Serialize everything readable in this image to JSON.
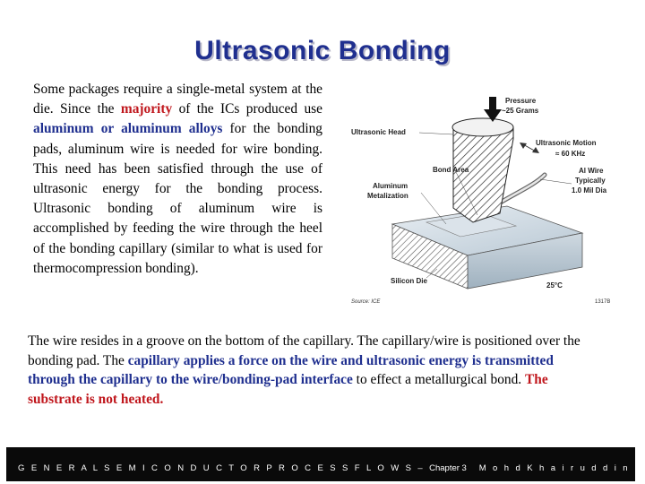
{
  "title": "Ultrasonic Bonding",
  "para1": {
    "t1": "Some packages require a single-metal system at the die. Since the ",
    "h1": "majority",
    "t2": " of the ICs produced use ",
    "h2": "aluminum or aluminum alloys",
    "t3": " for the bonding pads, aluminum wire is needed for wire bonding. This need has been satisfied through the use of ultrasonic energy for the bonding process. Ultrasonic bonding of aluminum wire is accomplished by feeding the wire through the heel of the bonding capillary (similar to what is used for thermocompression bonding)."
  },
  "para2": {
    "t1": "The wire resides in a groove on the bottom of the capillary. The capillary/wire is positioned over the bonding pad. The ",
    "h1": "capillary applies a force on the wire and ultrasonic energy is transmitted through the capillary to the wire/bonding-pad interface",
    "t2": " to effect a metallurgical bond. ",
    "h2": "The substrate is not heated."
  },
  "diagram": {
    "pressure_line1": "Pressure",
    "pressure_line2": "~25 Grams",
    "ultrasonic_head": "Ultrasonic Head",
    "motion_line1": "Ultrasonic Motion",
    "motion_line2": "≈ 60 KHz",
    "bond_area": "Bond Area",
    "al_wire_line1": "Al Wire",
    "al_wire_line2": "Typically",
    "al_wire_line3": "1.0 Mil Dia",
    "metal_line1": "Aluminum",
    "metal_line2": "Metalization",
    "silicon_die": "Silicon Die",
    "temperature": "25°C",
    "source": "Source: ICE",
    "figure_id": "1317B"
  },
  "footer": {
    "left_prefix": "G E N E R A L  S E M I C O N D U C T O R  P R O C E S S  F L O W S – ",
    "chapter": "Chapter 3",
    "right": "M o h d  K h a i r u d d i n"
  },
  "colors": {
    "title": "#1f2f8f",
    "highlight_red": "#c0171d",
    "highlight_blue": "#1f2f8f",
    "footer_bg": "#0a0a0a"
  }
}
